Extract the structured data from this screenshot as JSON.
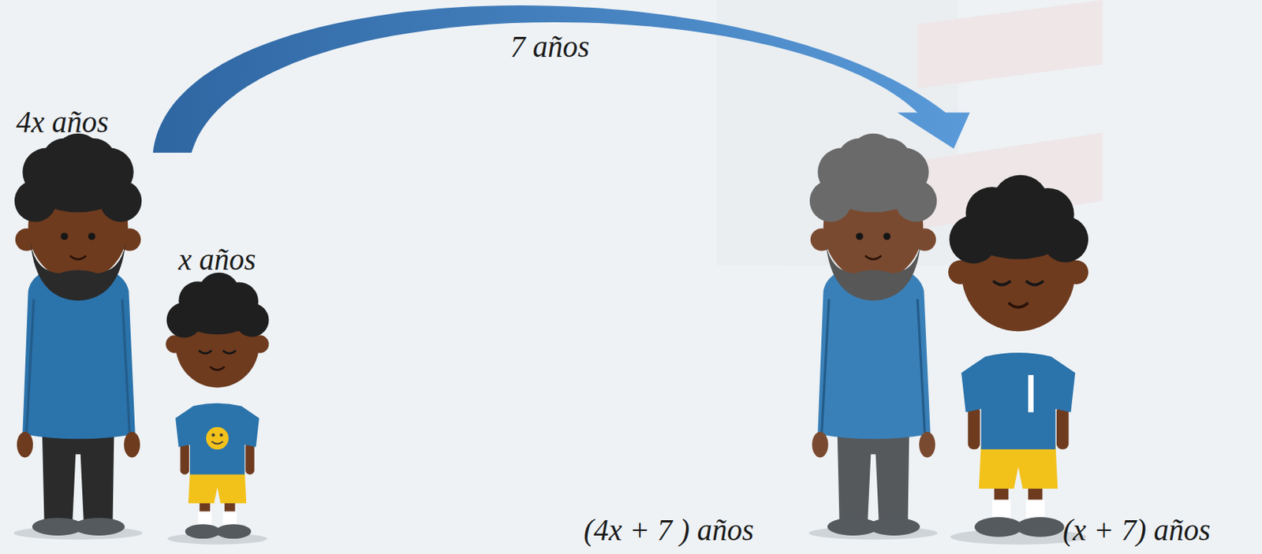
{
  "diagram": {
    "labels": [
      "7 años",
      "4x años",
      "x años",
      "(4x + 7 ) años",
      "(x + 7) años"
    ]
  }
}
